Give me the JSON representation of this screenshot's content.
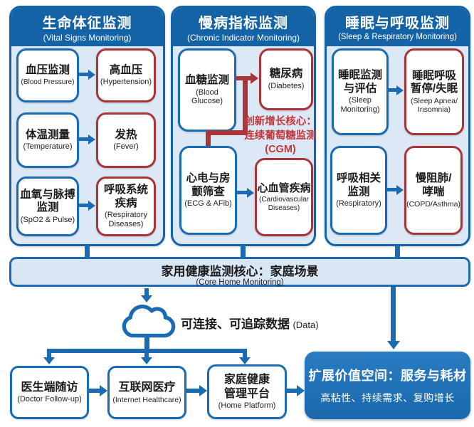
{
  "colors": {
    "accent_blue": "#1a6bb2",
    "header_blue": "#1563a7",
    "panel_fill": "#dce8f5",
    "accent_red": "#a93538",
    "annotation_red": "#c1373a"
  },
  "panels": [
    {
      "title": "生命体征监测",
      "subtitle": "(Vital Signs Monitoring)",
      "rows": [
        {
          "left_zh": "血压监测",
          "left_en": "(Blood Pressure)",
          "right_zh": "高血压",
          "right_en": "(Hypertension)"
        },
        {
          "left_zh": "体温测量",
          "left_en": "(Temperature)",
          "right_zh": "发热",
          "right_en": "(Fever)"
        },
        {
          "left_zh": "血氧与脉搏\n监测",
          "left_en": "(SpO2 & Pulse)",
          "right_zh": "呼吸系统\n疾病",
          "right_en": "(Respiratory\nDiseases)"
        }
      ]
    },
    {
      "title": "慢病指标监测",
      "subtitle": "(Chronic Indicator Monitoring)",
      "rows": [
        {
          "left_zh": "血糖监测",
          "left_en": "(Blood\nGlucose)",
          "right_zh": "糖尿病",
          "right_en": "(Diabetes)"
        },
        {
          "left_zh": "心电与房\n颤筛查",
          "left_en": "(ECG & AFib)",
          "right_zh": "心血管疾病",
          "right_en": "(Cardiovascular\nDiseases)"
        }
      ],
      "annotation": "创新增长核心：\n连续葡萄糖监测\n(CGM)"
    },
    {
      "title": "睡眠与呼吸监测",
      "subtitle": "(Sleep & Respiratory Monitoring)",
      "rows": [
        {
          "left_zh": "睡眠监测\n与评估",
          "left_en": "(Sleep\nMonitoring)",
          "right_zh": "睡眠呼吸\n暂停/失眠",
          "right_en": "(Sleep Apnea/\nInsomnia)"
        },
        {
          "left_zh": "呼吸相关\n监测",
          "left_en": "(Respiratory)",
          "right_zh": "慢阻肺/\n哮喘",
          "right_en": "(COPD/Asthma)"
        }
      ]
    }
  ],
  "band": {
    "title": "家用健康监测核心：家庭场景",
    "subtitle": "(Core Home Monitoring)"
  },
  "cloud": {
    "label_zh": "可连接、可追踪数据",
    "label_en": "(Data)"
  },
  "bottom_boxes": [
    {
      "zh": "医生端随访",
      "en": "(Doctor Follow-up)"
    },
    {
      "zh": "互联网医疗",
      "en": "(Internet Healthcare)"
    },
    {
      "zh": "家庭健康\n管理平台",
      "en": "(Home Platform)"
    }
  ],
  "value_box": {
    "line1": "扩展价值空间：服务与耗材",
    "line2": "高粘性、持续需求、复购增长"
  }
}
